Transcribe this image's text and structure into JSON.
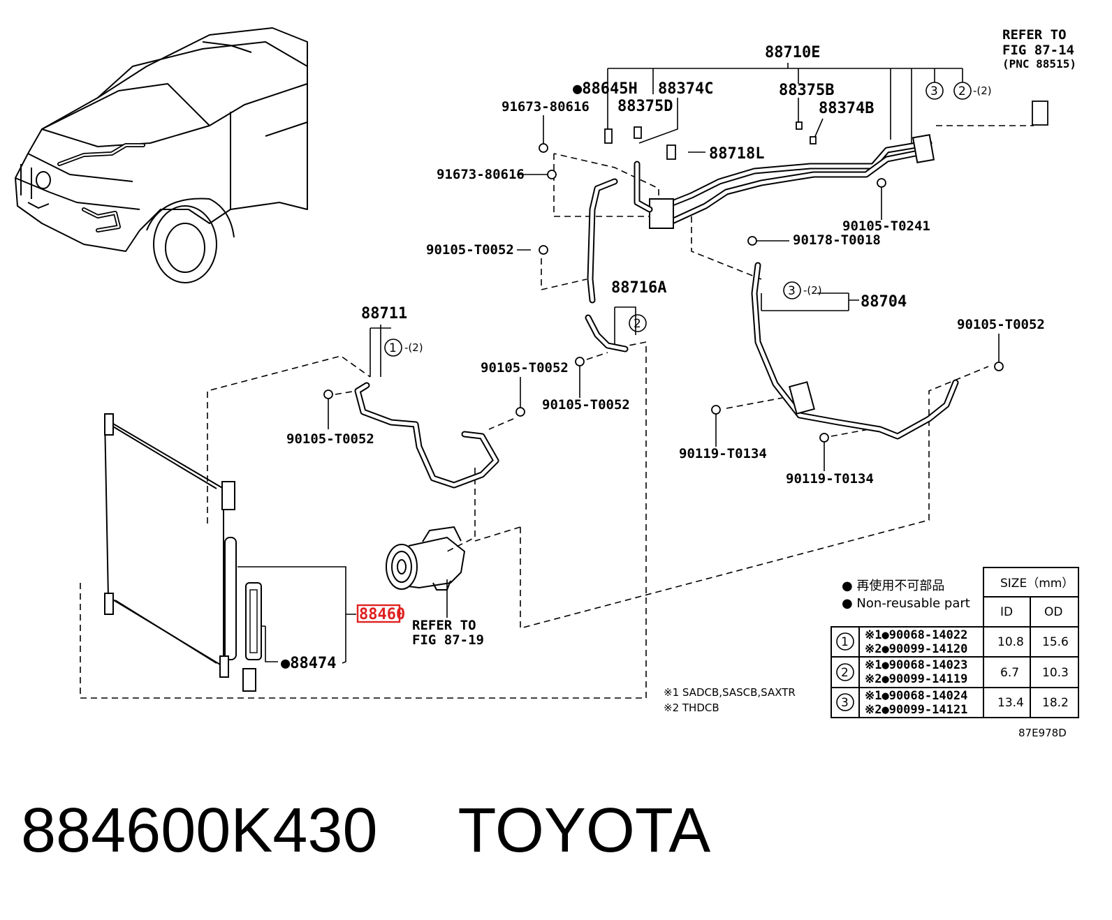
{
  "labels": {
    "p88710E": "88710E",
    "refer_top_1": "REFER TO",
    "refer_top_2": "FIG 87-14",
    "refer_top_3": "(PNC 88515)",
    "p88645H": "●88645H",
    "p88374C": "88374C",
    "p88375B": "88375B",
    "p88375D": "88375D",
    "p88374B": "88374B",
    "p91673a": "91673-80616",
    "p91673b": "91673-80616",
    "p88718L": "88718L",
    "p90105_T0241": "90105-T0241",
    "p90178": "90178-T0018",
    "p90105_T0052_a": "90105-T0052",
    "p88716A": "88716A",
    "p88704": "88704",
    "p90105_T0052_r": "90105-T0052",
    "p88711": "88711",
    "p90105_T0052_b": "90105-T0052",
    "p90105_T0052_c": "90105-T0052",
    "p90105_T0052_d": "90105-T0052",
    "p90119_a": "90119-T0134",
    "p90119_b": "90119-T0134",
    "p88460": "88460",
    "p88474": "●88474",
    "refer_mid_1": "REFER TO",
    "refer_mid_2": "FIG 87-19",
    "c1": "1",
    "c2": "2",
    "c3": "3",
    "sub2": "-(2)"
  },
  "legend": {
    "jp": "● 再使用不可部品",
    "en": "● Non-reusable part",
    "size_header": "SIZE（mm）",
    "id": "ID",
    "od": "OD",
    "rows": [
      {
        "ring": "1",
        "p1": "※1●90068-14022",
        "p2": "※2●90099-14120",
        "id": "10.8",
        "od": "15.6"
      },
      {
        "ring": "2",
        "p1": "※1●90068-14023",
        "p2": "※2●90099-14119",
        "id": "6.7",
        "od": "10.3"
      },
      {
        "ring": "3",
        "p1": "※1●90068-14024",
        "p2": "※2●90099-14121",
        "id": "13.4",
        "od": "18.2"
      }
    ],
    "note1": "※1 SADCB,SASCB,SAXTR",
    "note2": "※2 THDCB",
    "code": "87E978D"
  },
  "highlight_color": "#e02020",
  "footer": {
    "part_number": "884600K430",
    "brand": "TOYOTA"
  }
}
